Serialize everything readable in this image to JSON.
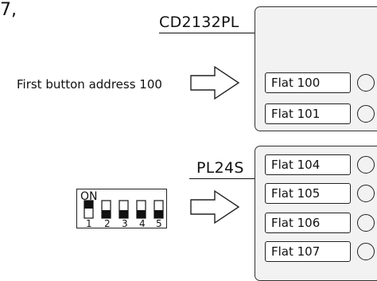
{
  "corner_text": "7,",
  "top_module": {
    "label": "CD2132PL"
  },
  "bottom_module": {
    "label": "PL24S"
  },
  "address_text": "First button address 100",
  "flats_top": [
    "Flat 100",
    "Flat 101"
  ],
  "flats_bottom": [
    "Flat 104",
    "Flat 105",
    "Flat 106",
    "Flat 107"
  ],
  "dip_switch": {
    "on_label": "ON",
    "numbers": [
      "1",
      "2",
      "3",
      "4",
      "5"
    ],
    "positions": [
      "on",
      "off",
      "off",
      "off",
      "off"
    ]
  }
}
